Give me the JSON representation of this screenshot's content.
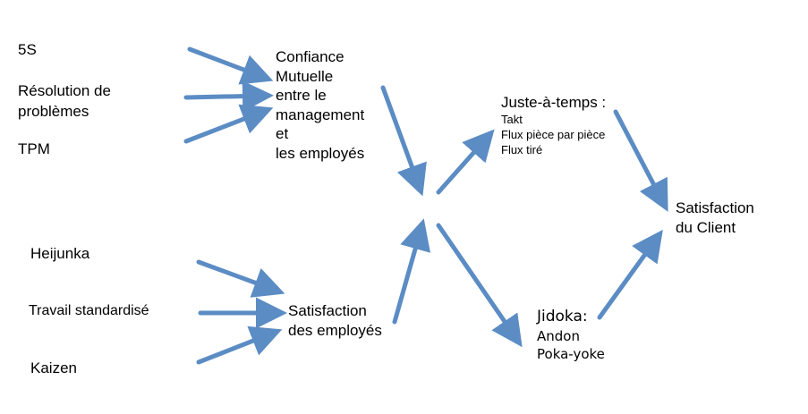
{
  "colors": {
    "arrow": "#5b8cc4",
    "text": "#000000",
    "background": "#ffffff"
  },
  "inputs_top": {
    "item1": "5S",
    "item2_line1": "Résolution de",
    "item2_line2": "problèmes",
    "item3": "TPM"
  },
  "trust": {
    "line1": "Confiance",
    "line2": "Mutuelle",
    "line3": "entre le",
    "line4": "management",
    "line5": "et",
    "line6": "les employés"
  },
  "inputs_bottom": {
    "item1": "Heijunka",
    "item2": "Travail standardisé",
    "item3": "Kaizen"
  },
  "satisfaction_employees": {
    "line1": "Satisfaction",
    "line2": "des employés"
  },
  "jit": {
    "title": "Juste-à-temps :",
    "items": [
      "Takt",
      "Flux pièce par pièce",
      "Flux tiré"
    ]
  },
  "jidoka": {
    "title": "Jidoka:",
    "items": [
      "Andon",
      "Poka-yoke"
    ]
  },
  "client": {
    "line1": "Satisfaction",
    "line2": "du Client"
  }
}
